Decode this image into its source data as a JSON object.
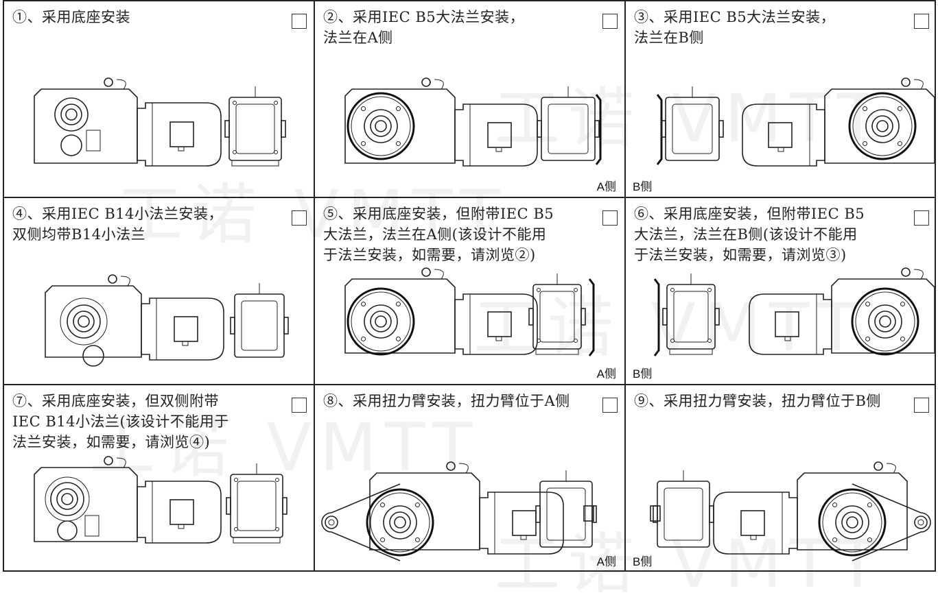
{
  "watermark": "工诺 VMTT",
  "options": [
    {
      "id": "1",
      "caption": "①、采用底座安装",
      "checked": false,
      "side": "",
      "drawing": "foot"
    },
    {
      "id": "2",
      "caption": "②、采用IEC B5大法兰安装，\n法兰在A侧",
      "checked": false,
      "side": "A侧",
      "drawing": "flangeA"
    },
    {
      "id": "3",
      "caption": "③、采用IEC B5大法兰安装，\n法兰在B侧",
      "checked": false,
      "side": "B侧",
      "drawing": "flangeB"
    },
    {
      "id": "4",
      "caption": "④、采用IEC B14小法兰安装，\n双侧均带B14小法兰",
      "checked": false,
      "side": "",
      "drawing": "b14"
    },
    {
      "id": "5",
      "caption": "⑤、采用底座安装，但附带IEC B5\n大法兰，法兰在A侧(该设计不能用\n于法兰安装，如需要，请浏览②)",
      "checked": false,
      "side": "A侧",
      "drawing": "footFlangeA"
    },
    {
      "id": "6",
      "caption": "⑥、采用底座安装，但附带IEC B5\n大法兰，法兰在B侧(该设计不能用\n于法兰安装，如需要，请浏览③)",
      "checked": false,
      "side": "B侧",
      "drawing": "footFlangeB"
    },
    {
      "id": "7",
      "caption": "⑦、采用底座安装，但双侧附带\nIEC B14小法兰(该设计不能用于\n法兰安装，如需要，请浏览④)",
      "checked": false,
      "side": "",
      "drawing": "footB14"
    },
    {
      "id": "8",
      "caption": "⑧、采用扭力臂安装，扭力臂位于A侧",
      "checked": false,
      "side": "A侧",
      "drawing": "torqueA"
    },
    {
      "id": "9",
      "caption": "⑨、采用扭力臂安装，扭力臂位于B侧",
      "checked": false,
      "side": "B侧",
      "drawing": "torqueB"
    }
  ]
}
